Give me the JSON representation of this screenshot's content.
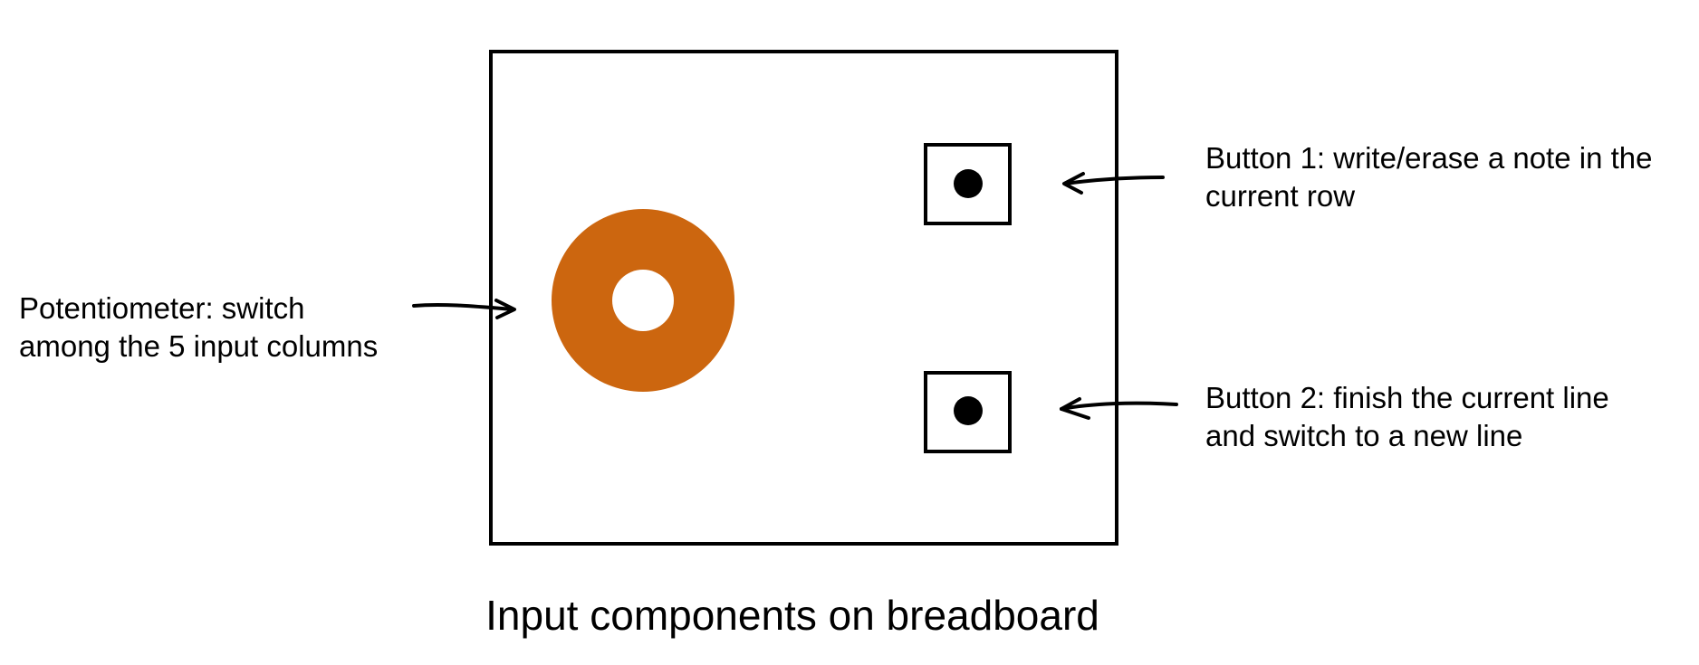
{
  "caption": "Input components on breadboard",
  "labels": {
    "potentiometer": {
      "line1": "Potentiometer: switch",
      "line2": "among the 5 input columns"
    },
    "button1": {
      "line1": "Button 1: write/erase a note in the",
      "line2": "current row"
    },
    "button2": {
      "line1": "Button 2: finish the current line",
      "line2": "and switch to a new line"
    }
  },
  "colors": {
    "potentiometer_ring": "#CC660F",
    "outline": "#000000",
    "background": "#FFFFFF"
  },
  "icons": {
    "potentiometer": "potentiometer-icon",
    "button1": "push-button-icon",
    "button2": "push-button-icon",
    "arrows": "hand-drawn-arrow-icon"
  }
}
